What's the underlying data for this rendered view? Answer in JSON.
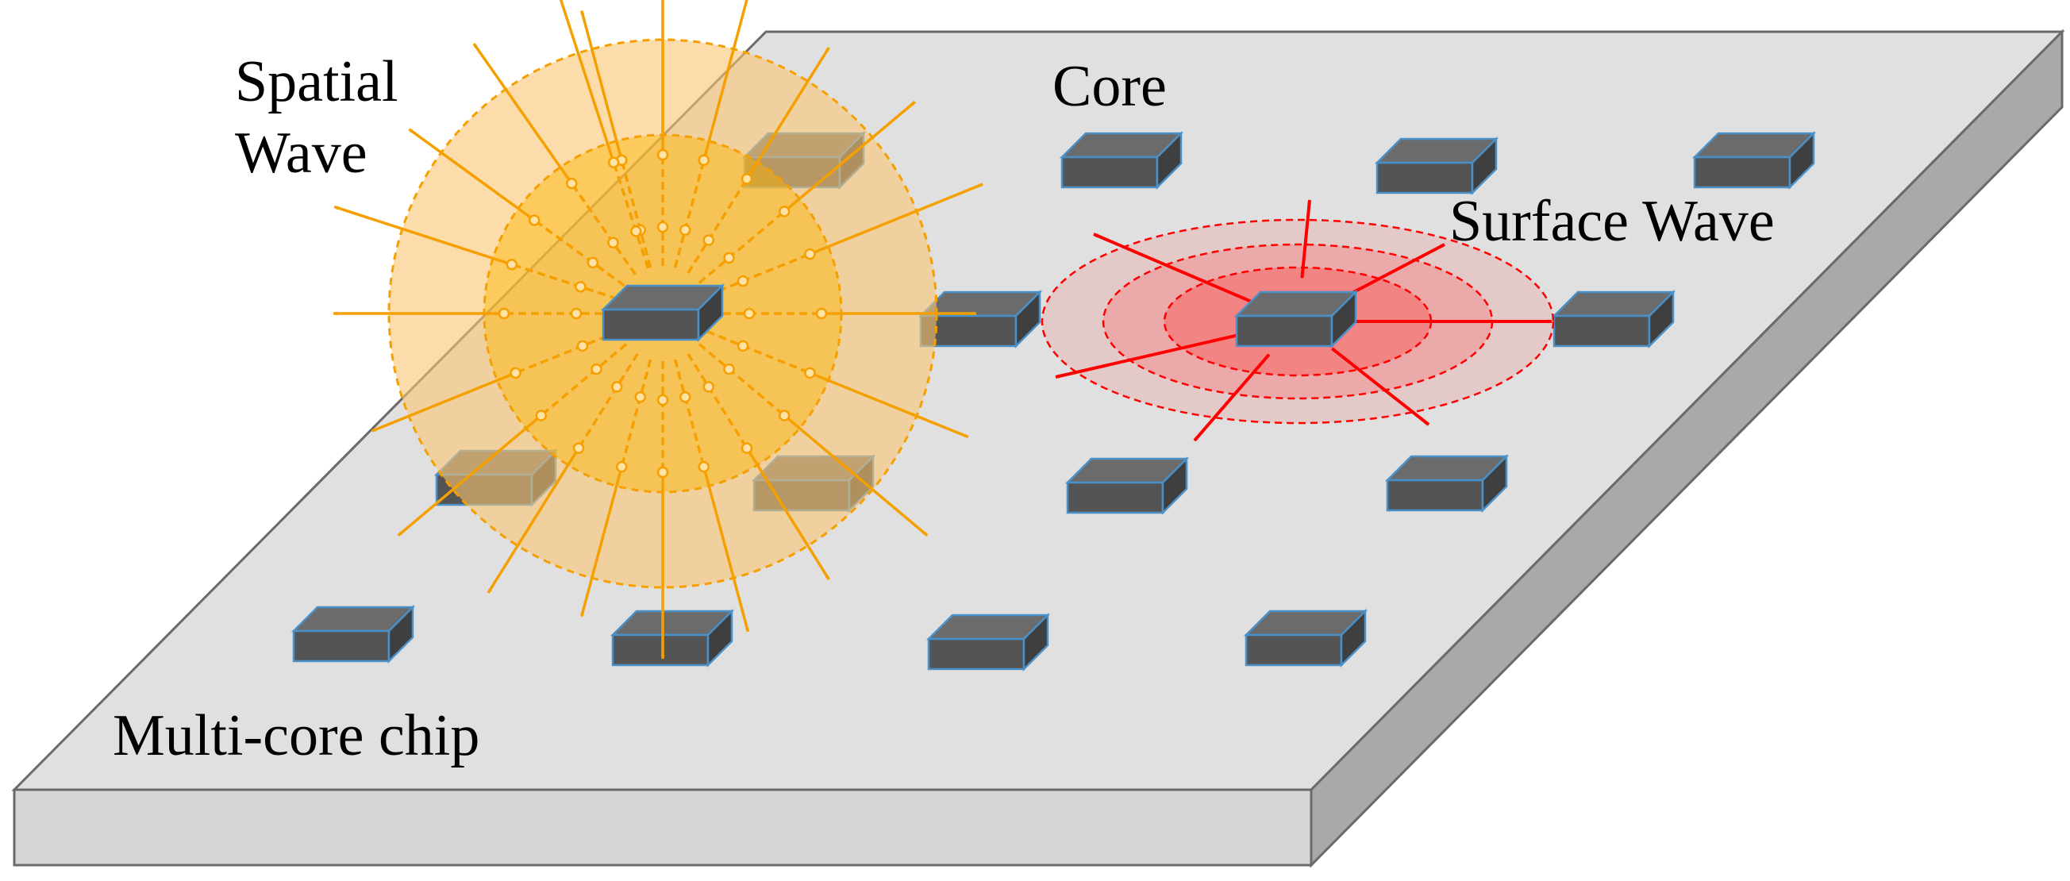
{
  "labels": {
    "spatial_wave_line1": "Spatial",
    "spatial_wave_line2": "Wave",
    "core": "Core",
    "surface_wave": "Surface Wave",
    "chip": "Multi-core chip"
  },
  "colors": {
    "board_top": "#e0e0e0",
    "board_front": "#d6d6d6",
    "board_side": "#a9a9a9",
    "board_edge": "#6a6a6a",
    "core_top": "#6b6b6b",
    "core_front": "#545454",
    "core_side": "#3f3f3f",
    "core_edge": "#4a90c8",
    "spatial_outer": "#f8c471",
    "spatial_inner": "#ffb300",
    "spatial_arrow": "#f5a000",
    "surface_arrow": "#ff0000",
    "surface_fill": "#ff4d4d"
  }
}
